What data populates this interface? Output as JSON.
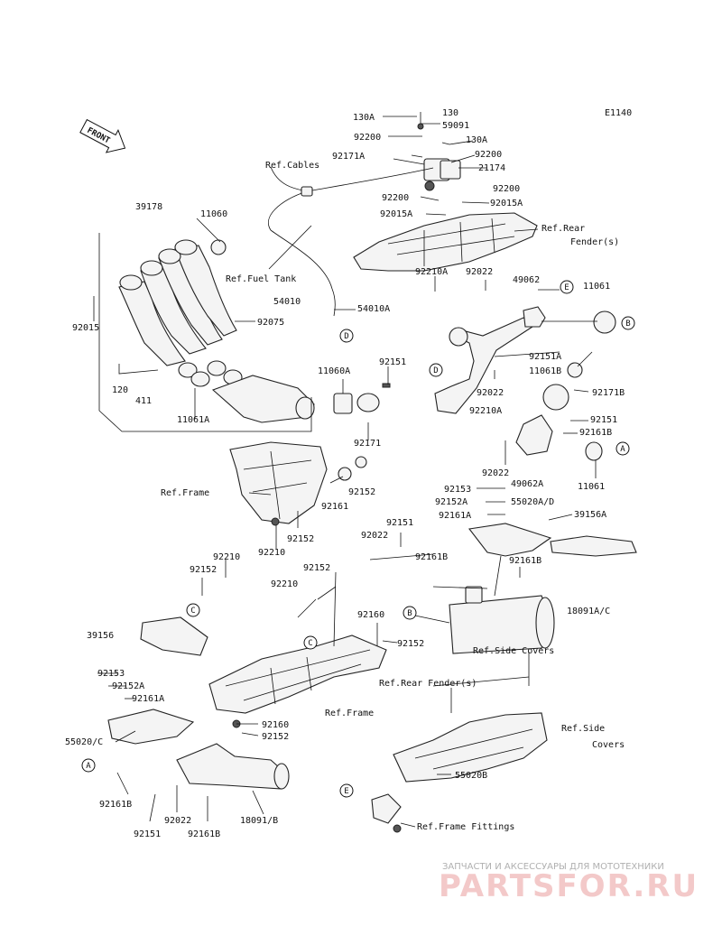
{
  "diagram_code": "E1140",
  "front_label": "FRONT",
  "parts": {
    "p130A": "130A",
    "p130": "130",
    "p59091": "59091",
    "p92200a": "92200",
    "p130A2": "130A",
    "p92171A": "92171A",
    "p92200b": "92200",
    "p21174": "21174",
    "p92200c": "92200",
    "p92200d": "92200",
    "p92015A": "92015A",
    "p92015A2": "92015A",
    "p39178": "39178",
    "p11060": "11060",
    "p92015": "92015",
    "p92075": "92075",
    "p120": "120",
    "p411": "411",
    "p11061A": "11061A",
    "p11060A": "11060A",
    "p92151a": "92151",
    "p92171": "92171",
    "p54010": "54010",
    "p54010A": "54010A",
    "p92210A": "92210A",
    "p92022a": "92022",
    "p49062": "49062",
    "p11061": "11061",
    "p92151A": "92151A",
    "p11061B": "11061B",
    "p92022b": "92022",
    "p92171B": "92171B",
    "p92210A2": "92210A",
    "p92151b": "92151",
    "p92161B": "92161B",
    "p92022c": "92022",
    "p11061b": "11061",
    "p92161": "92161",
    "p92152a": "92152",
    "p92152b": "92152",
    "p92210": "92210",
    "p92153": "92153",
    "p49062A": "49062A",
    "p92152A": "92152A",
    "p55020AD": "55020A/D",
    "p92161A": "92161A",
    "p39156A": "39156A",
    "p92151c": "92151",
    "p92022d": "92022",
    "p92161Bb": "92161B",
    "p92161Bc": "92161B",
    "p92210b": "92210",
    "p92152c": "92152",
    "p92152d": "92152",
    "p92210c": "92210",
    "p92160": "92160",
    "p92152e": "92152",
    "p18091AC": "18091A/C",
    "p39156": "39156",
    "p92153b": "92153",
    "p92152Ab": "92152A",
    "p92161Ab": "92161A",
    "p55020C": "55020/C",
    "p92160b": "92160",
    "p92152f": "92152",
    "p92161Bd": "92161B",
    "p92022e": "92022",
    "p18091B": "18091/B",
    "p92151d": "92151",
    "p92161Be": "92161B",
    "p55020B": "55020B"
  },
  "refs": {
    "cables": "Ref.Cables",
    "fuel_tank": "Ref.Fuel Tank",
    "rear_fender_1": "Ref.Rear",
    "rear_fender_2": "Fender(s)",
    "frame_1": "Ref.Frame",
    "frame_2": "Ref.Frame",
    "side_covers_1": "Ref.Side Covers",
    "rear_fender_s": "Ref.Rear Fender(s)",
    "side_covers_2a": "Ref.Side",
    "side_covers_2b": "Covers",
    "frame_fittings": "Ref.Frame Fittings"
  },
  "callouts": {
    "A": "A",
    "B": "B",
    "C": "C",
    "D": "D",
    "E": "E"
  },
  "watermark": {
    "tagline": "ЗАПЧАСТИ И АКСЕССУАРЫ ДЛЯ МОТОТЕХНИКИ",
    "logo": "PARTSFOR.RU"
  },
  "colors": {
    "line": "#111111",
    "watermark_logo": "#f3c9c9",
    "watermark_text": "#b0b0b0"
  }
}
